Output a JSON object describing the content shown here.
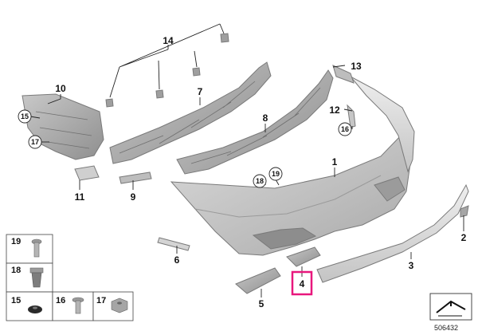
{
  "callouts": {
    "p14": "14",
    "p13": "13",
    "p10": "10",
    "p7": "7",
    "p12": "12",
    "p8": "8",
    "p1": "1",
    "p11": "11",
    "p9": "9",
    "p2": "2",
    "p6": "6",
    "p3": "3",
    "p4": "4",
    "p5": "5"
  },
  "circled": {
    "c15": "15",
    "c17": "17",
    "c16": "16",
    "c18": "18",
    "c19": "19"
  },
  "legend": {
    "l19": "19",
    "l18": "18",
    "l15": "15",
    "l16": "16",
    "l17": "17"
  },
  "highlight_color": "#e8177d",
  "doc_number": "506432"
}
